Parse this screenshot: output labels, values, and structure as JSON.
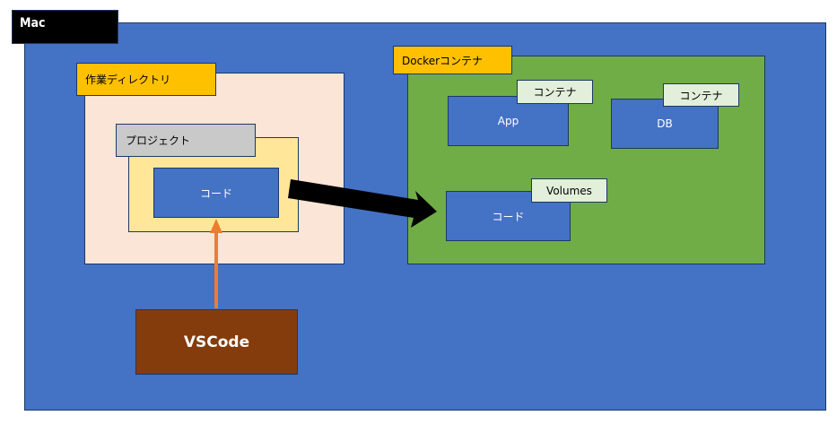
{
  "diagram": {
    "mac": {
      "label": "Mac"
    },
    "work_directory": {
      "label": "作業ディレクトリ"
    },
    "project": {
      "label": "プロジェクト"
    },
    "local_code": {
      "label": "コード"
    },
    "docker": {
      "label": "Dockerコンテナ"
    },
    "app_container": {
      "tag": "コンテナ",
      "label": "App"
    },
    "db_container": {
      "tag": "コンテナ",
      "label": "DB"
    },
    "volume": {
      "tag": "Volumes",
      "label": "コード"
    },
    "vscode": {
      "label": "VSCode"
    },
    "connections": [
      {
        "from": "vscode",
        "to": "local_code",
        "style": "orange-thin-arrow"
      },
      {
        "from": "local_code",
        "to": "volume",
        "style": "black-block-arrow"
      }
    ]
  },
  "colors": {
    "mac_frame": "#4472c4",
    "mac_label": "#000000",
    "work_directory_fill": "#fbe5d6",
    "label_gold": "#ffc000",
    "project_fill": "#ffe699",
    "project_label": "#c9c9c9",
    "docker_fill": "#70ad47",
    "container_tag": "#e2efda",
    "vscode_fill": "#843c0c",
    "orange_arrow": "#ed7d31",
    "border": "#1f3864"
  }
}
